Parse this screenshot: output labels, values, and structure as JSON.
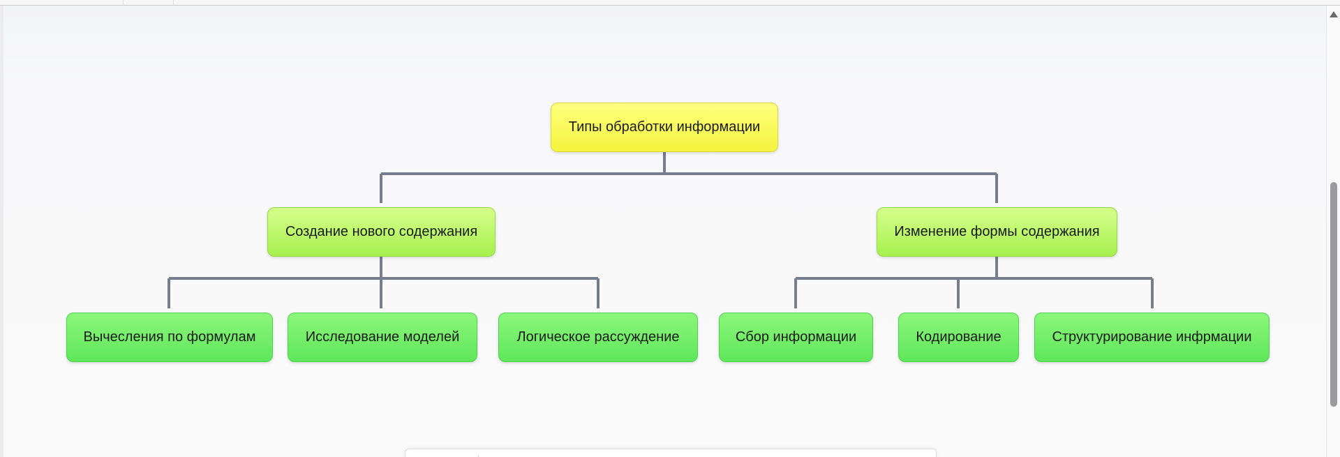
{
  "diagram": {
    "root": {
      "label": "Типы обработки информации"
    },
    "left_branch": {
      "label": "Создание нового содержания",
      "children": [
        {
          "label": "Вычесления по формулам"
        },
        {
          "label": "Исследование моделей"
        },
        {
          "label": "Логическое рассуждение"
        }
      ]
    },
    "right_branch": {
      "label": "Изменение формы содержания",
      "children": [
        {
          "label": "Сбор информации"
        },
        {
          "label": "Кодирование"
        },
        {
          "label": "Структурирование инфрмации"
        }
      ]
    }
  },
  "colors": {
    "root_fill": "#f6f646",
    "branch_fill": "#b8f55e",
    "leaf_fill": "#6cee64",
    "connector": "#767d8e"
  },
  "icons": {
    "scroll_up": "triangle-up-icon"
  }
}
